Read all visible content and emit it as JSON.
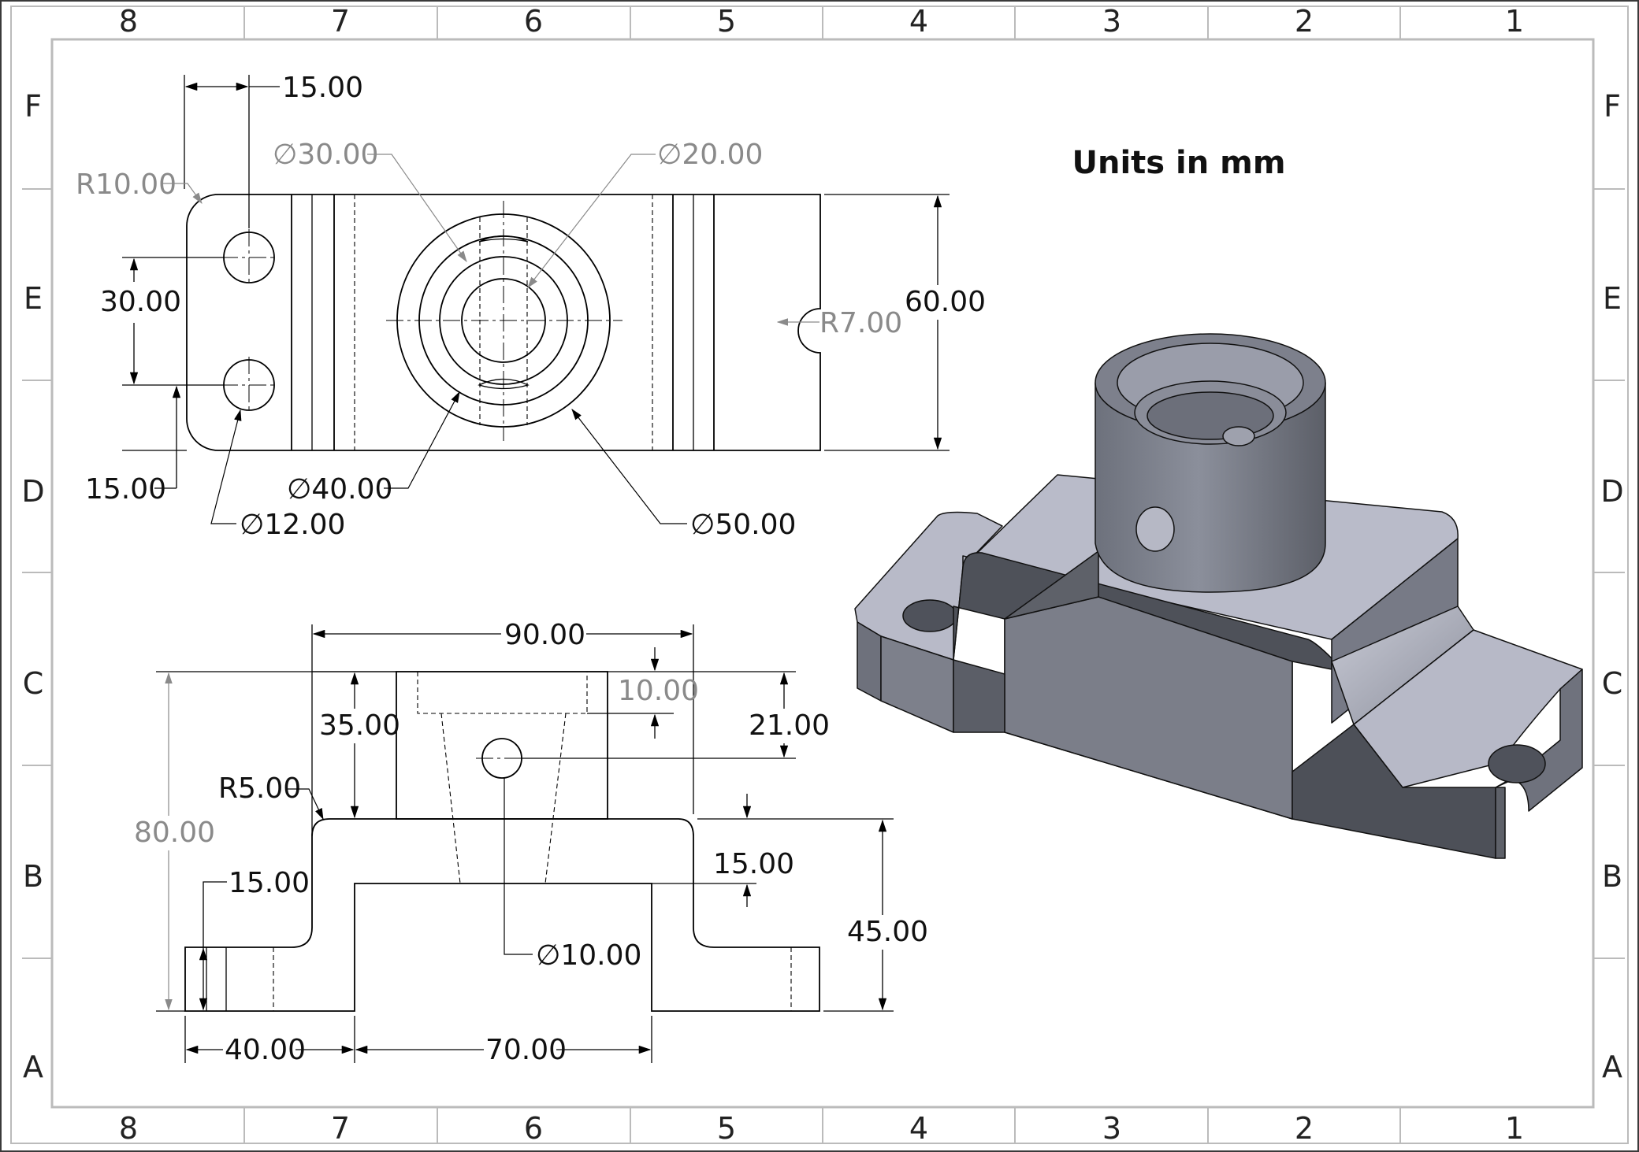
{
  "title": "Units in mm",
  "zones": {
    "columns": [
      "8",
      "7",
      "6",
      "5",
      "4",
      "3",
      "2",
      "1"
    ],
    "rows": [
      "F",
      "E",
      "D",
      "C",
      "B",
      "A"
    ]
  },
  "top_view": {
    "dims": {
      "d15_top": "15.00",
      "dia30": "30.00",
      "dia20": "20.00",
      "r10": "R10.00",
      "d30": "30.00",
      "d60": "60.00",
      "r7": "R7.00",
      "d15_left": "15.00",
      "dia40": "40.00",
      "dia12": "12.00",
      "dia50": "50.00"
    }
  },
  "front_view": {
    "dims": {
      "d90": "90.00",
      "d10": "10.00",
      "d35": "35.00",
      "d21": "21.00",
      "r5": "R5.00",
      "d80": "80.00",
      "d15_right": "15.00",
      "d15_left": "15.00",
      "d45": "45.00",
      "dia10": "10.00",
      "d40": "40.00",
      "d70": "70.00"
    }
  },
  "symbols": {
    "diameter": "∅"
  },
  "colors": {
    "background": "#3a3a3a",
    "paper": "#ffffff",
    "frame": "#b0b0b0",
    "line": "#000000",
    "dim_gray": "#8a8a8a",
    "iso_top": "#b8bac8",
    "iso_side": "#7a7d88",
    "iso_dark": "#4f525b"
  }
}
